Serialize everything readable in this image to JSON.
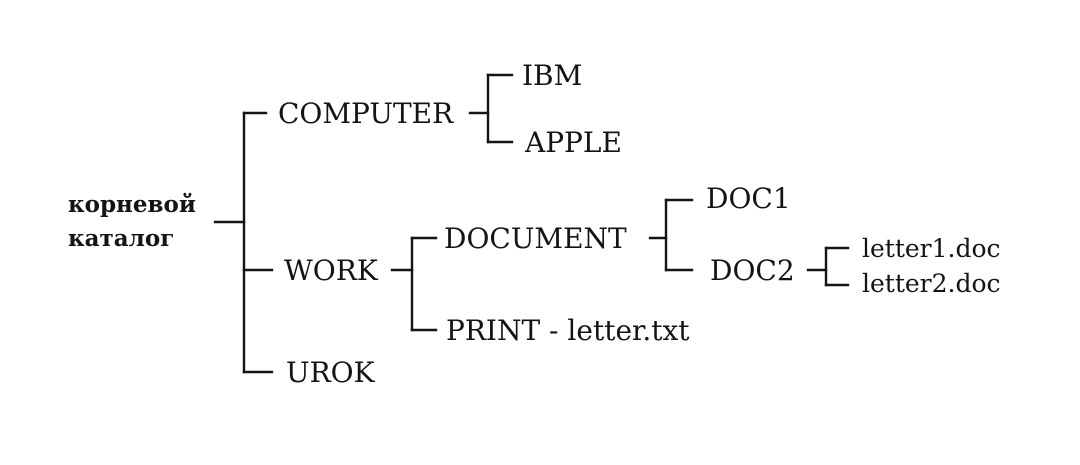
{
  "root": {
    "line1": "корневой",
    "line2": "каталог"
  },
  "nodes": {
    "computer": "COMPUTER",
    "ibm": "IBM",
    "apple": "APPLE",
    "work": "WORK",
    "document": "DOCUMENT",
    "doc1": "DOC1",
    "doc2": "DOC2",
    "letter1": "letter1.doc",
    "letter2": "letter2.doc",
    "print": "PRINT - letter.txt",
    "urok": "UROK"
  }
}
